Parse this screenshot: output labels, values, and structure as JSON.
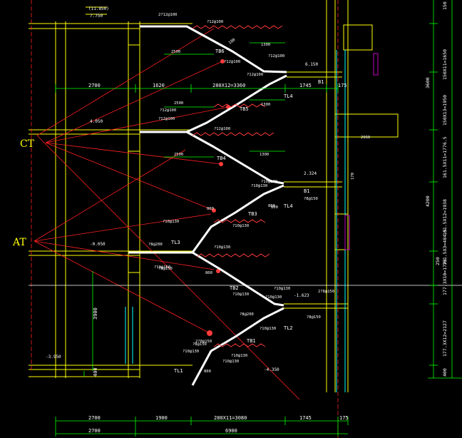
{
  "colors": {
    "background": "#000000",
    "structure": "#ffff00",
    "stair": "#ffffff",
    "rebar": "#ff3b3b",
    "dimension": "#00ff00",
    "text": "#ffffff",
    "gridline": "#ff2020",
    "cyan": "#00ffff",
    "magenta": "#c000c0"
  },
  "labels": {
    "ct": "CT",
    "at": "AT"
  },
  "flights": {
    "tb1": "TB1",
    "tb2": "TB2",
    "tb3": "TB3",
    "tb4": "TB4",
    "tb5": "TB5",
    "tb6": "TB6"
  },
  "beams": {
    "tl1": "TL1",
    "tl2": "TL2",
    "tl3": "TL3",
    "tl4a": "TL4",
    "tl4b": "TL4",
    "b1a": "B1",
    "b1b": "B1"
  },
  "top_dims": {
    "d2700": "2700",
    "d1620": "1620",
    "d280x12": "280X12=3360",
    "d1745": "1745",
    "d175": "175"
  },
  "bottom_dims": {
    "d2700": "2700",
    "d1900": "1900",
    "d280x11": "280X11=3080",
    "d1745": "1745",
    "d175": "175",
    "t2700": "2700",
    "t6900": "6900"
  },
  "right_dims": {
    "r1": "150X11=1650",
    "r2": "150X13=1950",
    "r3": "161.5X11=1776.5",
    "r4": "161.5X12=1938",
    "r5": "161.5X3=484.5",
    "r6": "177.3X10=1773",
    "r7": "177.3X12=2127",
    "h3600": "3600",
    "h4200": "4200",
    "h250": "250",
    "h400": "400",
    "h150": "150"
  },
  "left_dims": {
    "h3900": "3900",
    "h400": "400"
  },
  "elevations": {
    "e_top": "(11.850)",
    "e_top2": "7.750",
    "e_4050": "4.050",
    "e_n050": "-0.050",
    "e_n3950": "-3.950",
    "e_n4350": "-4.350",
    "e_6150": "6.150",
    "e_2324": "2.324",
    "e_n1623": "-1.623"
  },
  "notes": {
    "n1": "2?12@100",
    "n2": "?12@100",
    "n3": "1300",
    "n4": "2500",
    "n5": "?12@100",
    "n6": "?12@100",
    "n7": "1300",
    "n8": "2500",
    "n9": "?12@100",
    "n10": "?12@100",
    "n11": "?12@100",
    "n12": "2500",
    "n13": "?12@100",
    "n14": "1300",
    "n15": "?10@130",
    "n16": "800",
    "n17": "?10@130",
    "n18": "800",
    "n19": "?10@150",
    "n20": "?10@130",
    "n21": "?10@130",
    "n22": "?8@200",
    "n23": "?8@150",
    "n24": "800",
    "n25": "?10@130",
    "n26": "?10@130",
    "n27": "?8@200",
    "n28": "?10@130",
    "n29": "2?8@150",
    "n30": "800",
    "n31": "?10@130",
    "n32": "?8@150",
    "n33": "2060",
    "n34": "170",
    "n35": "?8@150",
    "n36": "800",
    "n37": "?10@130",
    "n38": "?10@130",
    "n39": "2?8@150",
    "n40": "?8@150",
    "n41": "?10@130",
    "n42": "?10@130",
    "n43": "180"
  }
}
